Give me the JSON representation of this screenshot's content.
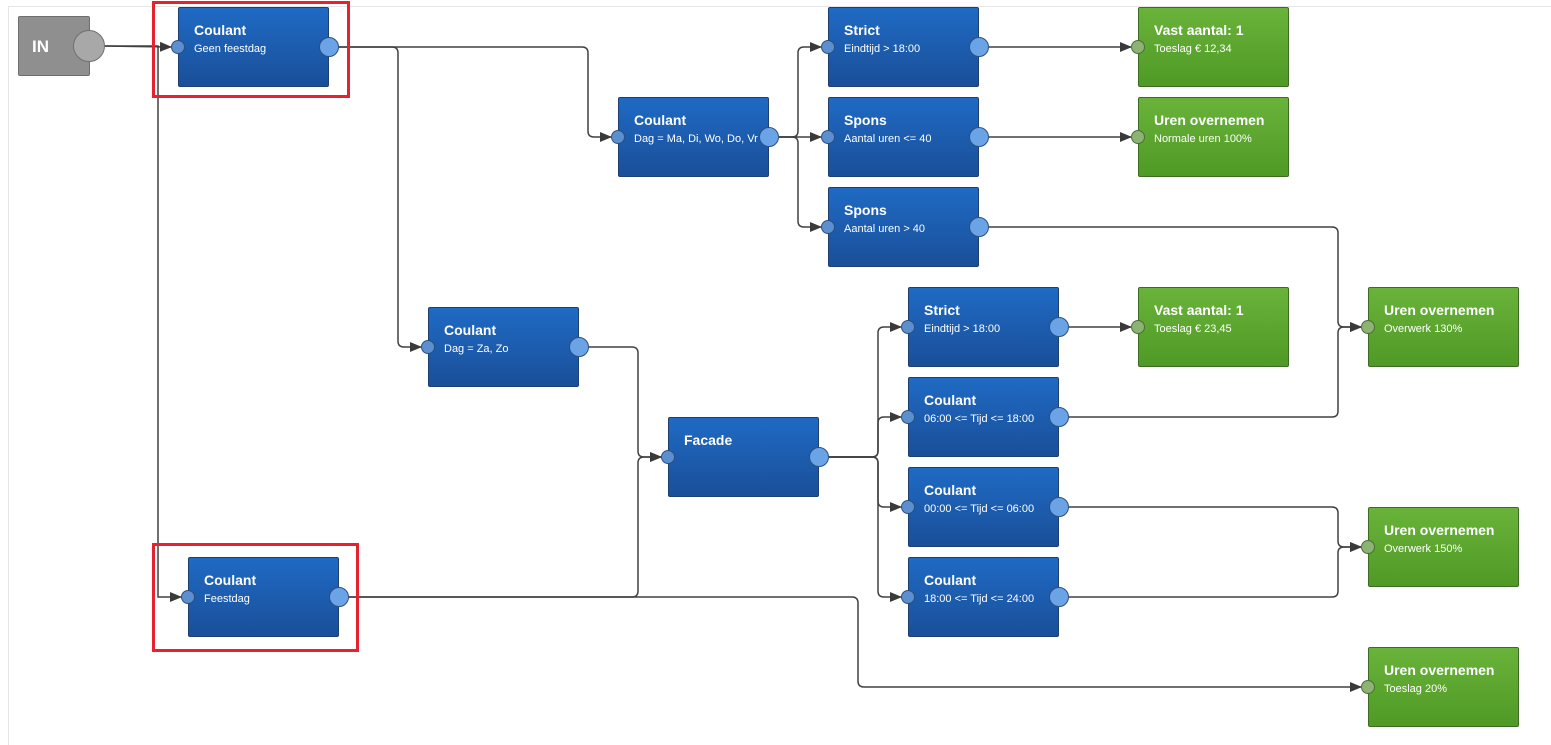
{
  "start": {
    "label": "IN"
  },
  "nodes": {
    "n1": {
      "title": "Coulant",
      "sub": "Geen feestdag"
    },
    "n2": {
      "title": "Coulant",
      "sub": "Dag = Ma, Di, Wo, Do, Vr"
    },
    "n3": {
      "title": "Strict",
      "sub": "Eindtijd > 18:00"
    },
    "n4": {
      "title": "Spons",
      "sub": "Aantal uren <= 40"
    },
    "n5": {
      "title": "Spons",
      "sub": "Aantal uren > 40"
    },
    "n6": {
      "title": "Coulant",
      "sub": "Dag = Za, Zo"
    },
    "n7": {
      "title": "Facade",
      "sub": ""
    },
    "n8": {
      "title": "Strict",
      "sub": "Eindtijd > 18:00"
    },
    "n9": {
      "title": "Coulant",
      "sub": "06:00 <= Tijd <= 18:00"
    },
    "n10": {
      "title": "Coulant",
      "sub": "00:00 <= Tijd <= 06:00"
    },
    "n11": {
      "title": "Coulant",
      "sub": "18:00 <= Tijd <= 24:00"
    },
    "n12": {
      "title": "Coulant",
      "sub": "Feestdag"
    },
    "g1": {
      "title": "Vast aantal: 1",
      "sub": "Toeslag € 12,34"
    },
    "g2": {
      "title": "Uren overnemen",
      "sub": "Normale uren 100%"
    },
    "g3": {
      "title": "Vast aantal: 1",
      "sub": "Toeslag € 23,45"
    },
    "g4": {
      "title": "Uren overnemen",
      "sub": "Overwerk 130%"
    },
    "g5": {
      "title": "Uren overnemen",
      "sub": "Overwerk 150%"
    },
    "g6": {
      "title": "Uren overnemen",
      "sub": "Toeslag 20%"
    }
  },
  "edges": [
    [
      "in",
      "n1"
    ],
    [
      "in",
      "n12"
    ],
    [
      "n1",
      "n2"
    ],
    [
      "n1",
      "n6"
    ],
    [
      "n2",
      "n3"
    ],
    [
      "n2",
      "n4"
    ],
    [
      "n2",
      "n5"
    ],
    [
      "n3",
      "g1"
    ],
    [
      "n4",
      "g2"
    ],
    [
      "n5",
      "g4"
    ],
    [
      "n6",
      "n7"
    ],
    [
      "n12",
      "n7"
    ],
    [
      "n12",
      "g6"
    ],
    [
      "n7",
      "n8"
    ],
    [
      "n7",
      "n9"
    ],
    [
      "n7",
      "n10"
    ],
    [
      "n7",
      "n11"
    ],
    [
      "n8",
      "g3"
    ],
    [
      "n9",
      "g4"
    ],
    [
      "n10",
      "g5"
    ],
    [
      "n11",
      "g5"
    ]
  ],
  "highlighted": [
    "n1",
    "n12"
  ],
  "colors": {
    "node_blue": "#1f5fb5",
    "node_green": "#5aa630",
    "start_gray": "#8f8f8f",
    "highlight": "#e8212e",
    "edge": "#404040"
  }
}
